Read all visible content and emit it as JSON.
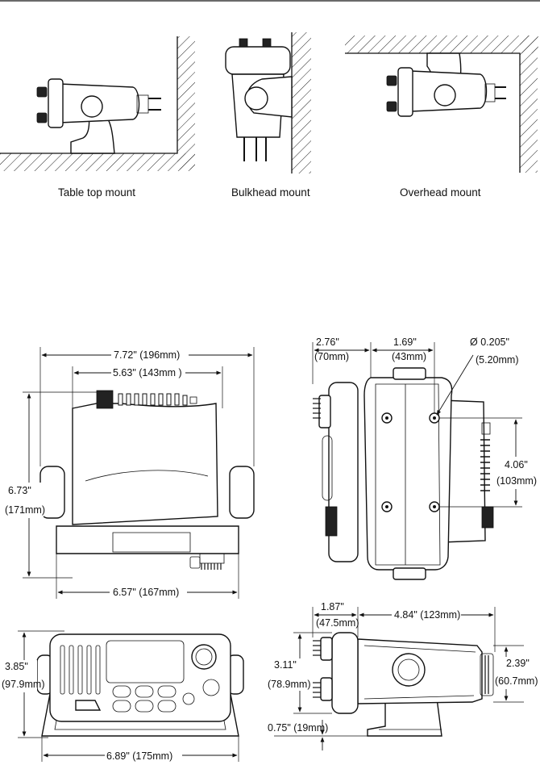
{
  "mounting_options": [
    {
      "caption": "Table top mount"
    },
    {
      "caption": "Bulkhead mount"
    },
    {
      "caption": "Overhead mount"
    }
  ],
  "dimensions": {
    "overall_width": "7.72\" (196mm)",
    "bracket_width": "5.63\" (143mm )",
    "base_width": "6.57\" (167mm)",
    "height_in": "6.73\"",
    "height_mm": "(171mm)",
    "side_depth_front_in": "2.76\"",
    "side_depth_front_mm": "(70mm)",
    "side_depth_hole_in": "1.69\"",
    "side_depth_hole_mm": "(43mm)",
    "hole_diameter_in": "Ø 0.205\"",
    "hole_diameter_mm": "(5.20mm)",
    "hole_spacing_in": "4.06\"",
    "hole_spacing_mm": "(103mm)",
    "front_height_in": "3.85\"",
    "front_height_mm": "(97.9mm)",
    "front_width": "6.89\" (175mm)",
    "profile_front_in": "1.87\"",
    "profile_front_mm": "(47.5mm)",
    "profile_depth": "4.84\" (123mm)",
    "profile_height_in": "3.11\"",
    "profile_height_mm": "(78.9mm)",
    "profile_rear_in": "2.39\"",
    "profile_rear_mm": "(60.7mm)",
    "profile_base": "0.75\" (19mm)"
  }
}
